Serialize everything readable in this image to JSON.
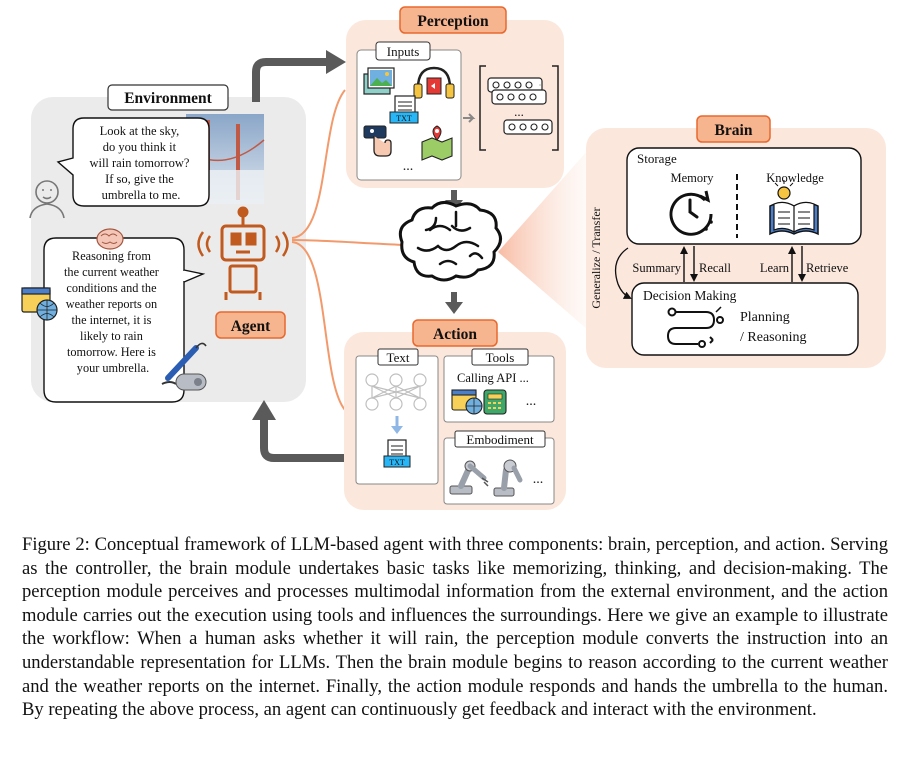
{
  "environment": {
    "title": "Environment",
    "user_question": [
      "Look at the sky,",
      "do you think it",
      "will rain tomorrow?",
      "If so, give the",
      "umbrella to me."
    ],
    "agent_reply": [
      "Reasoning from",
      "the current weather",
      "conditions and the",
      "weather reports on",
      "the internet, it is",
      "likely to rain",
      "tomorrow. Here is",
      "your umbrella."
    ]
  },
  "agent": {
    "label": "Agent"
  },
  "perception": {
    "title": "Perception",
    "inputs_label": "Inputs",
    "txt_label": "TXT",
    "ellipsis": "..."
  },
  "brain": {
    "title": "Brain",
    "storage_label": "Storage",
    "memory_label": "Memory",
    "knowledge_label": "Knowledge",
    "generalize_label": "Generalize / Transfer",
    "summary_label": "Summary",
    "recall_label": "Recall",
    "learn_label": "Learn",
    "retrieve_label": "Retrieve",
    "decision_label": "Decision Making",
    "planning_label": "Planning",
    "reasoning_label": "/ Reasoning"
  },
  "action": {
    "title": "Action",
    "text_label": "Text",
    "tools_label": "Tools",
    "calling_api_label": "Calling API ...",
    "embodiment_label": "Embodiment",
    "txt_label": "TXT",
    "ellipsis": "..."
  },
  "caption": "Figure 2: Conceptual framework of LLM-based agent with three components: brain, perception, and action. Serving as the controller, the brain module undertakes basic tasks like memorizing, thinking, and decision-making. The perception module perceives and processes multimodal information from the external environment, and the action module carries out the execution using tools and influences the surroundings. Here we give an example to illustrate the workflow: When a human asks whether it will rain, the perception module converts the instruction into an understandable representation for LLMs. Then the brain module begins to reason according to the current weather and the weather reports on the internet. Finally, the action module responds and hands the umbrella to the human. By repeating the above process, an agent can continuously get feedback and interact with the environment.",
  "colors": {
    "panel_bg": "#fbe7dc",
    "environment_bg": "#ebebeb",
    "title_fill": "#f6b48f",
    "title_border": "#e8682e",
    "agent_orange": "#d9722d",
    "arrow_gray": "#5a5a5a",
    "link_orange": "#f29a6c"
  }
}
